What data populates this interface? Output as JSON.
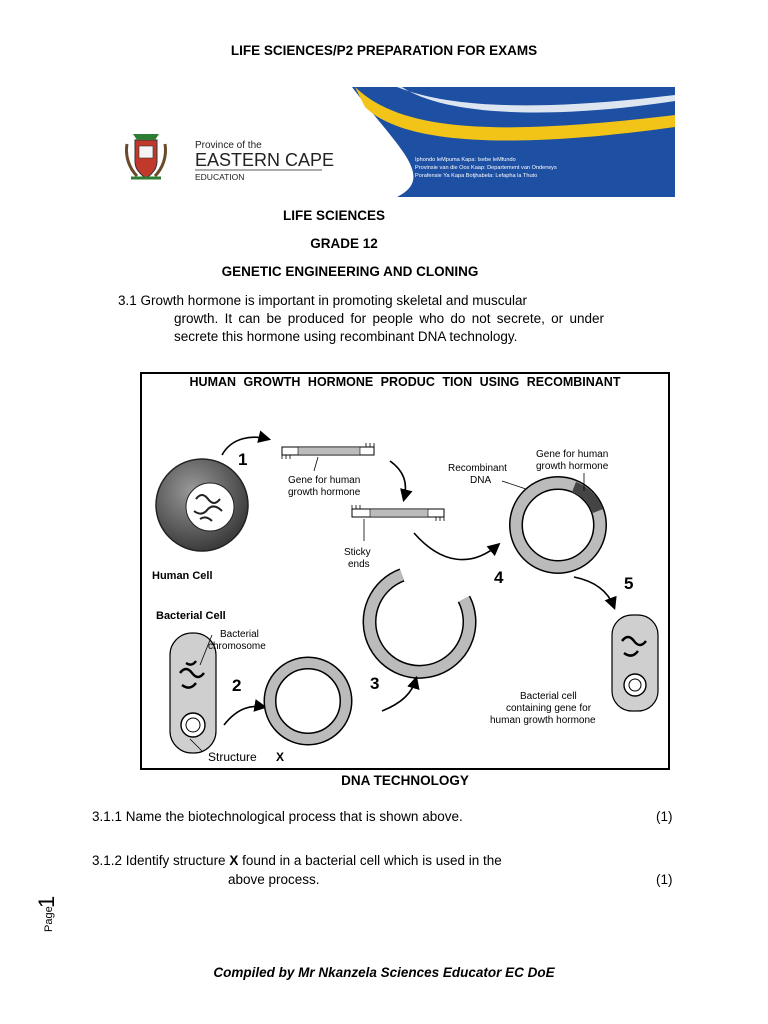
{
  "header": {
    "title": "LIFE SCIENCES/P2 PREPARATION FOR EXAMS"
  },
  "banner": {
    "province_prefix": "Province of the",
    "province_name": "EASTERN CAPE",
    "department": "EDUCATION",
    "lines": [
      "Iphondo leMpuma Kapa: Isebe leMfundo",
      "Provinsie van die Oos Kaap: Departement van Onderwys",
      "Porafensie Ya Kapa Botjhabela: Lefapha la Thuto"
    ],
    "colors": {
      "blue": "#1d4fa3",
      "yellow": "#f2c418"
    }
  },
  "titles": {
    "subject": "LIFE SCIENCES",
    "grade": "GRADE 12",
    "topic": "GENETIC ENGINEERING AND CLONING"
  },
  "question_3_1": {
    "number": "3.1",
    "first_line": "Growth hormone is important in promoting skeletal and muscular",
    "rest": "growth. It can be produced for people who do not secrete, or under secrete this hormone using recombinant DNA technology."
  },
  "figure": {
    "title_line1": "HUMAN  GROWTH  HORMONE  PRODUC TION  USING  RECOMBINANT",
    "title_line2": "DNA TECHNOLOGY",
    "labels": {
      "human_cell": "Human Cell",
      "gene_human_1": "Gene for human",
      "gene_human_2": "growth hormone",
      "sticky_1": "Sticky",
      "sticky_2": "ends",
      "recomb_1": "Recombinant",
      "recomb_2": "DNA",
      "gene_right_1": "Gene for human",
      "gene_right_2": "growth hormone",
      "bacterial_cell": "Bacterial Cell",
      "bact_chrom_1": "Bacterial",
      "bact_chrom_2": "chromosome",
      "structure": "Structure",
      "structure_x": "X",
      "result_1": "Bacterial cell",
      "result_2": "containing gene for",
      "result_3": "human growth hormone",
      "step1": "1",
      "step2": "2",
      "step3": "3",
      "step4": "4",
      "step5": "5"
    }
  },
  "questions": [
    {
      "text": "3.1.1 Name the biotechnological process that is shown above.",
      "marks": "(1)"
    },
    {
      "text_before": "3.1.2 Identify structure ",
      "bold": "X",
      "text_after": " found in a bacterial cell which is used in the",
      "line2": "above process.",
      "marks": "(1)"
    }
  ],
  "page_label": {
    "word": "Page",
    "number": "1"
  },
  "footer": {
    "text": "Compiled by Mr Nkanzela Sciences Educator   EC DoE"
  }
}
